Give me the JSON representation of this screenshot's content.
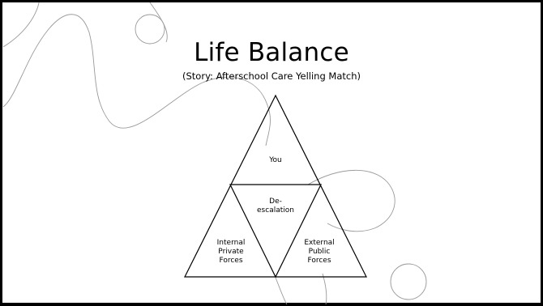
{
  "slide": {
    "title": "Life Balance",
    "subtitle": "(Story: Afterschool Care Yelling Match)"
  },
  "diagram": {
    "top_label": "You",
    "center_label": "De-\nescalation",
    "left_label": "Internal\nPrivate\nForces",
    "right_label": "External\nPublic\nForces"
  },
  "colors": {
    "background": "#ffffff",
    "stroke": "#000000",
    "decor_line": "#9a9a9a"
  }
}
